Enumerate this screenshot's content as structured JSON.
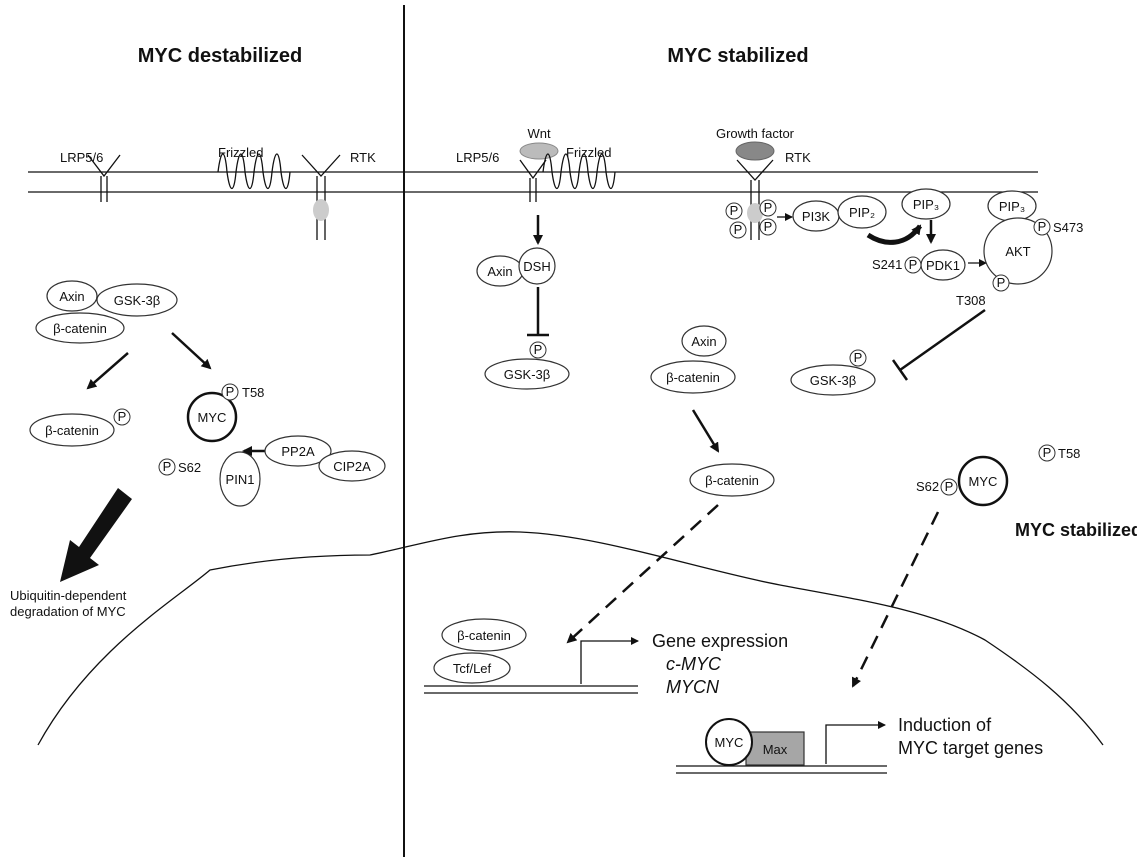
{
  "left_title": "MYC destabilized",
  "right_title": "MYC stabilized",
  "receptors": {
    "lrp": "LRP5/6",
    "frizzled": "Frizzled",
    "rtk": "RTK",
    "wnt": "Wnt",
    "growth_factor": "Growth factor"
  },
  "proteins": {
    "axin": "Axin",
    "gsk3b": "GSK-3β",
    "beta_catenin": "β-catenin",
    "myc": "MYC",
    "pp2a": "PP2A",
    "cip2a": "CIP2A",
    "pin1": "PIN1",
    "dsh": "DSH",
    "pi3k": "PI3K",
    "pip2": "PIP₂",
    "pip3": "PIP₃",
    "pdk1": "PDK1",
    "akt": "AKT",
    "tcf_lef": "Tcf/Lef",
    "max": "Max"
  },
  "sites": {
    "p": "P",
    "t58": "T58",
    "s62": "S62",
    "s241": "S241",
    "s473": "S473",
    "t308": "T308"
  },
  "outcomes": {
    "degradation_line1": "Ubiquitin-dependent",
    "degradation_line2": "degradation of MYC",
    "myc_stabilized": "MYC stabilized",
    "gene_expression": "Gene expression",
    "c_myc": "c-MYC",
    "mycn": "MYCN",
    "induction_line1": "Induction of",
    "induction_line2": "MYC target genes"
  }
}
